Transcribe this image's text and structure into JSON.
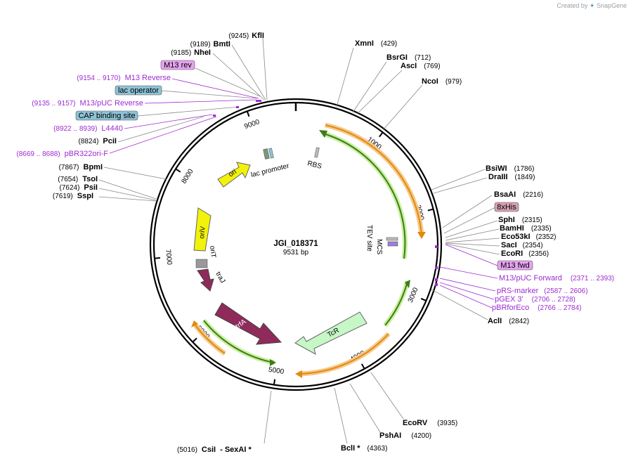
{
  "branding": {
    "prefix": "Created by",
    "name": "SnapGene"
  },
  "plasmid": {
    "name": "JGI_018371",
    "size_label": "9531 bp",
    "length": 9531
  },
  "ticks": [
    "1000",
    "2000",
    "3000",
    "4000",
    "5000",
    "6000",
    "7000",
    "8000",
    "9000"
  ],
  "colors": {
    "backbone": "#000000",
    "primer": "#9d2bd0",
    "ori": "#f2f20a",
    "oriV": "#f2f20a",
    "resistance": "#c6f7c6",
    "gene": "#8f2a5a",
    "arrow_outline_orange": "#f0a030",
    "arrow_inner_green": "#4a8a1a",
    "label_box_blue": "#8ec2d6",
    "label_box_pink": "#e5a3ef"
  },
  "left_labels": [
    {
      "name": "KflI",
      "pos": "(9245)"
    },
    {
      "name": "BmtI",
      "pos": "(9189)"
    },
    {
      "name": "NheI",
      "pos": "(9185)"
    },
    {
      "name": "M13 rev",
      "boxed": "pink"
    },
    {
      "name": "M13 Reverse",
      "pos": "(9154 .. 9170)",
      "primer": true
    },
    {
      "name": "lac operator",
      "boxed": "blue"
    },
    {
      "name": "M13/pUC Reverse",
      "pos": "(9135 .. 9157)",
      "primer": true
    },
    {
      "name": "CAP binding site",
      "boxed": "blue"
    },
    {
      "name": "L4440",
      "pos": "(8922 .. 8939)",
      "primer": true
    },
    {
      "name": "PciI",
      "pos": "(8824)"
    },
    {
      "name": "pBR322ori-F",
      "pos": "(8669 .. 8688)",
      "primer": true
    },
    {
      "name": "BpmI",
      "pos": "(7867)"
    },
    {
      "name": "TsoI",
      "pos": "(7654)"
    },
    {
      "name": "PsiI",
      "pos": "(7624)"
    },
    {
      "name": "SspI",
      "pos": "(7619)"
    }
  ],
  "right_labels": [
    {
      "name": "XmnI",
      "pos": "(429)"
    },
    {
      "name": "BsrGI",
      "pos": "(712)"
    },
    {
      "name": "AscI",
      "pos": "(769)"
    },
    {
      "name": "NcoI",
      "pos": "(979)"
    },
    {
      "name": "BsiWI",
      "pos": "(1786)"
    },
    {
      "name": "DraIII",
      "pos": "(1849)"
    },
    {
      "name": "BsaAI",
      "pos": "(2216)"
    },
    {
      "name": "8xHis",
      "boxed": "pink"
    },
    {
      "name": "SphI",
      "pos": "(2315)"
    },
    {
      "name": "BamHI",
      "pos": "(2335)"
    },
    {
      "name": "Eco53kI",
      "pos": "(2352)"
    },
    {
      "name": "SacI",
      "pos": "(2354)"
    },
    {
      "name": "EcoRI",
      "pos": "(2356)"
    },
    {
      "name": "M13 fwd",
      "boxed": "pink"
    },
    {
      "name": "M13/pUC Forward",
      "pos": "(2371 .. 2393)",
      "primer": true
    },
    {
      "name": "pRS-marker",
      "pos": "(2587 .. 2606)",
      "primer": true
    },
    {
      "name": "pGEX 3'",
      "pos": "(2706 .. 2728)",
      "primer": true
    },
    {
      "name": "pBRforEco",
      "pos": "(2766 .. 2784)",
      "primer": true
    },
    {
      "name": "AclI",
      "pos": "(2842)"
    }
  ],
  "bottom_labels": [
    {
      "name": "EcoRV",
      "pos": "(3935)"
    },
    {
      "name": "PshAI",
      "pos": "(4200)"
    },
    {
      "name": "BclI *",
      "pos": "(4363)"
    },
    {
      "name": "CsiI",
      "name2": "- SexAI *",
      "pos": "(5016)"
    }
  ],
  "features": {
    "ori": "ori",
    "lac_promoter": "lac promoter",
    "rbs": "RBS",
    "tev": "TEV site",
    "mcs": "MCS",
    "oriV": "oriV",
    "oriT": "oriT",
    "traJ": "traJ",
    "trfA": "trfA",
    "tcr": "TcR"
  }
}
